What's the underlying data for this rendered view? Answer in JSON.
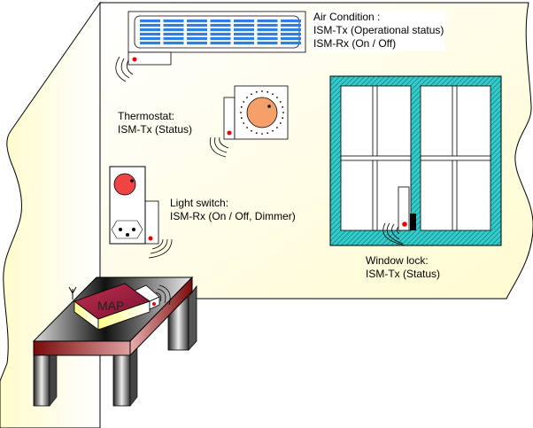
{
  "diagram": {
    "title": "Smart home ISM radio devices",
    "colors": {
      "wall_light": "#fffff0",
      "wall_warm": "#fffcd0",
      "window_frame": "#33cccc",
      "ac_vent": "#2f7fe0",
      "thermostat_knob": "#f5a06a",
      "switch_knob": "#ee4444",
      "led": "#ee0000",
      "map_box_top": "#a01840",
      "map_box_side": "#ffff99",
      "table_edge": "#8b1a1a"
    },
    "devices": [
      {
        "id": "air-condition",
        "lines": [
          "Air Condition :",
          "ISM-Tx (Operational status)",
          "ISM-Rx (On / Off)"
        ]
      },
      {
        "id": "thermostat",
        "lines": [
          "Thermostat:",
          "ISM-Tx (Status)"
        ]
      },
      {
        "id": "light-switch",
        "lines": [
          "Light switch:",
          "ISM-Rx (On / Off, Dimmer)"
        ]
      },
      {
        "id": "window-lock",
        "lines": [
          "Window lock:",
          "ISM-Tx (Status)"
        ]
      }
    ],
    "map_box": {
      "label": "MAP"
    }
  }
}
